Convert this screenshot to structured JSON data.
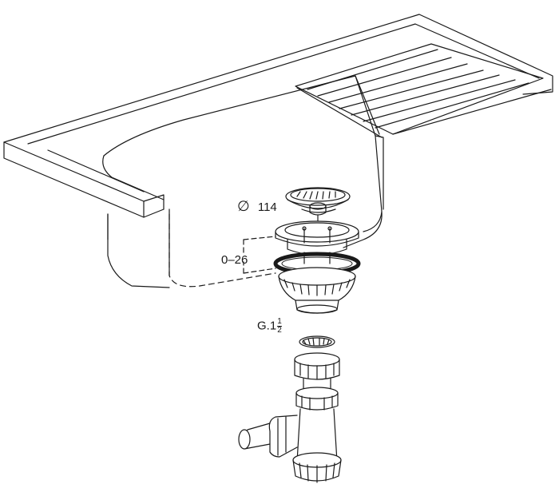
{
  "labels": {
    "diameter_symbol": "∅",
    "diameter_value": "114",
    "thickness_range": "0–26",
    "thread_prefix": "G.1",
    "thread_fraction_numerator": "1",
    "thread_fraction_denominator": "2"
  },
  "colors": {
    "line": "#1a1a1a",
    "fill": "#ffffff",
    "shade": "#9a9a9a",
    "gasket": "#2a2a2a"
  }
}
